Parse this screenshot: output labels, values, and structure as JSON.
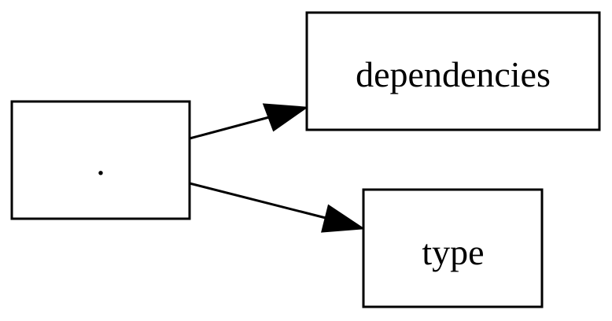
{
  "graph": {
    "nodes": {
      "root": {
        "label": "."
      },
      "dependencies": {
        "label": "dependencies"
      },
      "type": {
        "label": "type"
      }
    },
    "edges": [
      {
        "from": "root",
        "to": "dependencies"
      },
      {
        "from": "root",
        "to": "type"
      }
    ],
    "colors": {
      "stroke": "#000000",
      "fill": "#ffffff"
    }
  }
}
